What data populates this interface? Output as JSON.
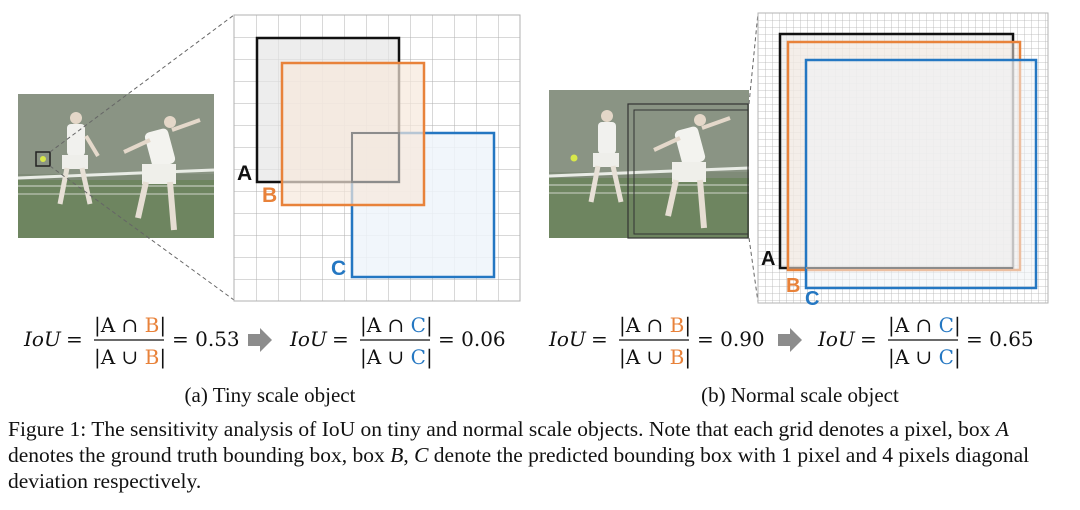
{
  "colors": {
    "box_a": "#111111",
    "box_b": "#e8823a",
    "box_c": "#2477c2",
    "grid": "#aaaaaa",
    "arrow": "#8c8c8c"
  },
  "panel_a": {
    "labels": {
      "a": "A",
      "b": "B",
      "c": "C"
    },
    "equation": {
      "lhs": "IoU",
      "eq1_num_left": "|A ∩ ",
      "eq1_num_colored": "B",
      "eq1_num_right": "|",
      "eq1_den_left": "|A ∪ ",
      "eq1_den_colored": "B",
      "eq1_den_right": "|",
      "eq1_value": "= 0.53",
      "eq2_num_left": "|A ∩ ",
      "eq2_num_colored": "C",
      "eq2_num_right": "|",
      "eq2_den_left": "|A ∪ ",
      "eq2_den_colored": "C",
      "eq2_den_right": "|",
      "eq2_value": "= 0.06"
    },
    "caption": "(a) Tiny scale object"
  },
  "panel_b": {
    "labels": {
      "a": "A",
      "b": "B",
      "c": "C"
    },
    "equation": {
      "lhs": "IoU",
      "eq1_num_left": "|A ∩ ",
      "eq1_num_colored": "B",
      "eq1_num_right": "|",
      "eq1_den_left": "|A ∪ ",
      "eq1_den_colored": "B",
      "eq1_den_right": "|",
      "eq1_value": "= 0.90",
      "eq2_num_left": "|A ∩ ",
      "eq2_num_colored": "C",
      "eq2_num_right": "|",
      "eq2_den_left": "|A ∪ ",
      "eq2_den_colored": "C",
      "eq2_den_right": "|",
      "eq2_value": "= 0.65"
    },
    "caption": "(b) Normal scale object"
  },
  "figure_caption": {
    "prefix": "Figure 1: The sensitivity analysis of IoU on tiny and normal scale objects. Note that each grid denotes a pixel, box ",
    "var_a": "A",
    "mid1": " denotes the ground truth bounding box, box ",
    "var_b": "B",
    "comma": ", ",
    "var_c": "C",
    "suffix": " denote the predicted bounding box with 1 pixel and 4 pixels diagonal deviation respectively."
  }
}
